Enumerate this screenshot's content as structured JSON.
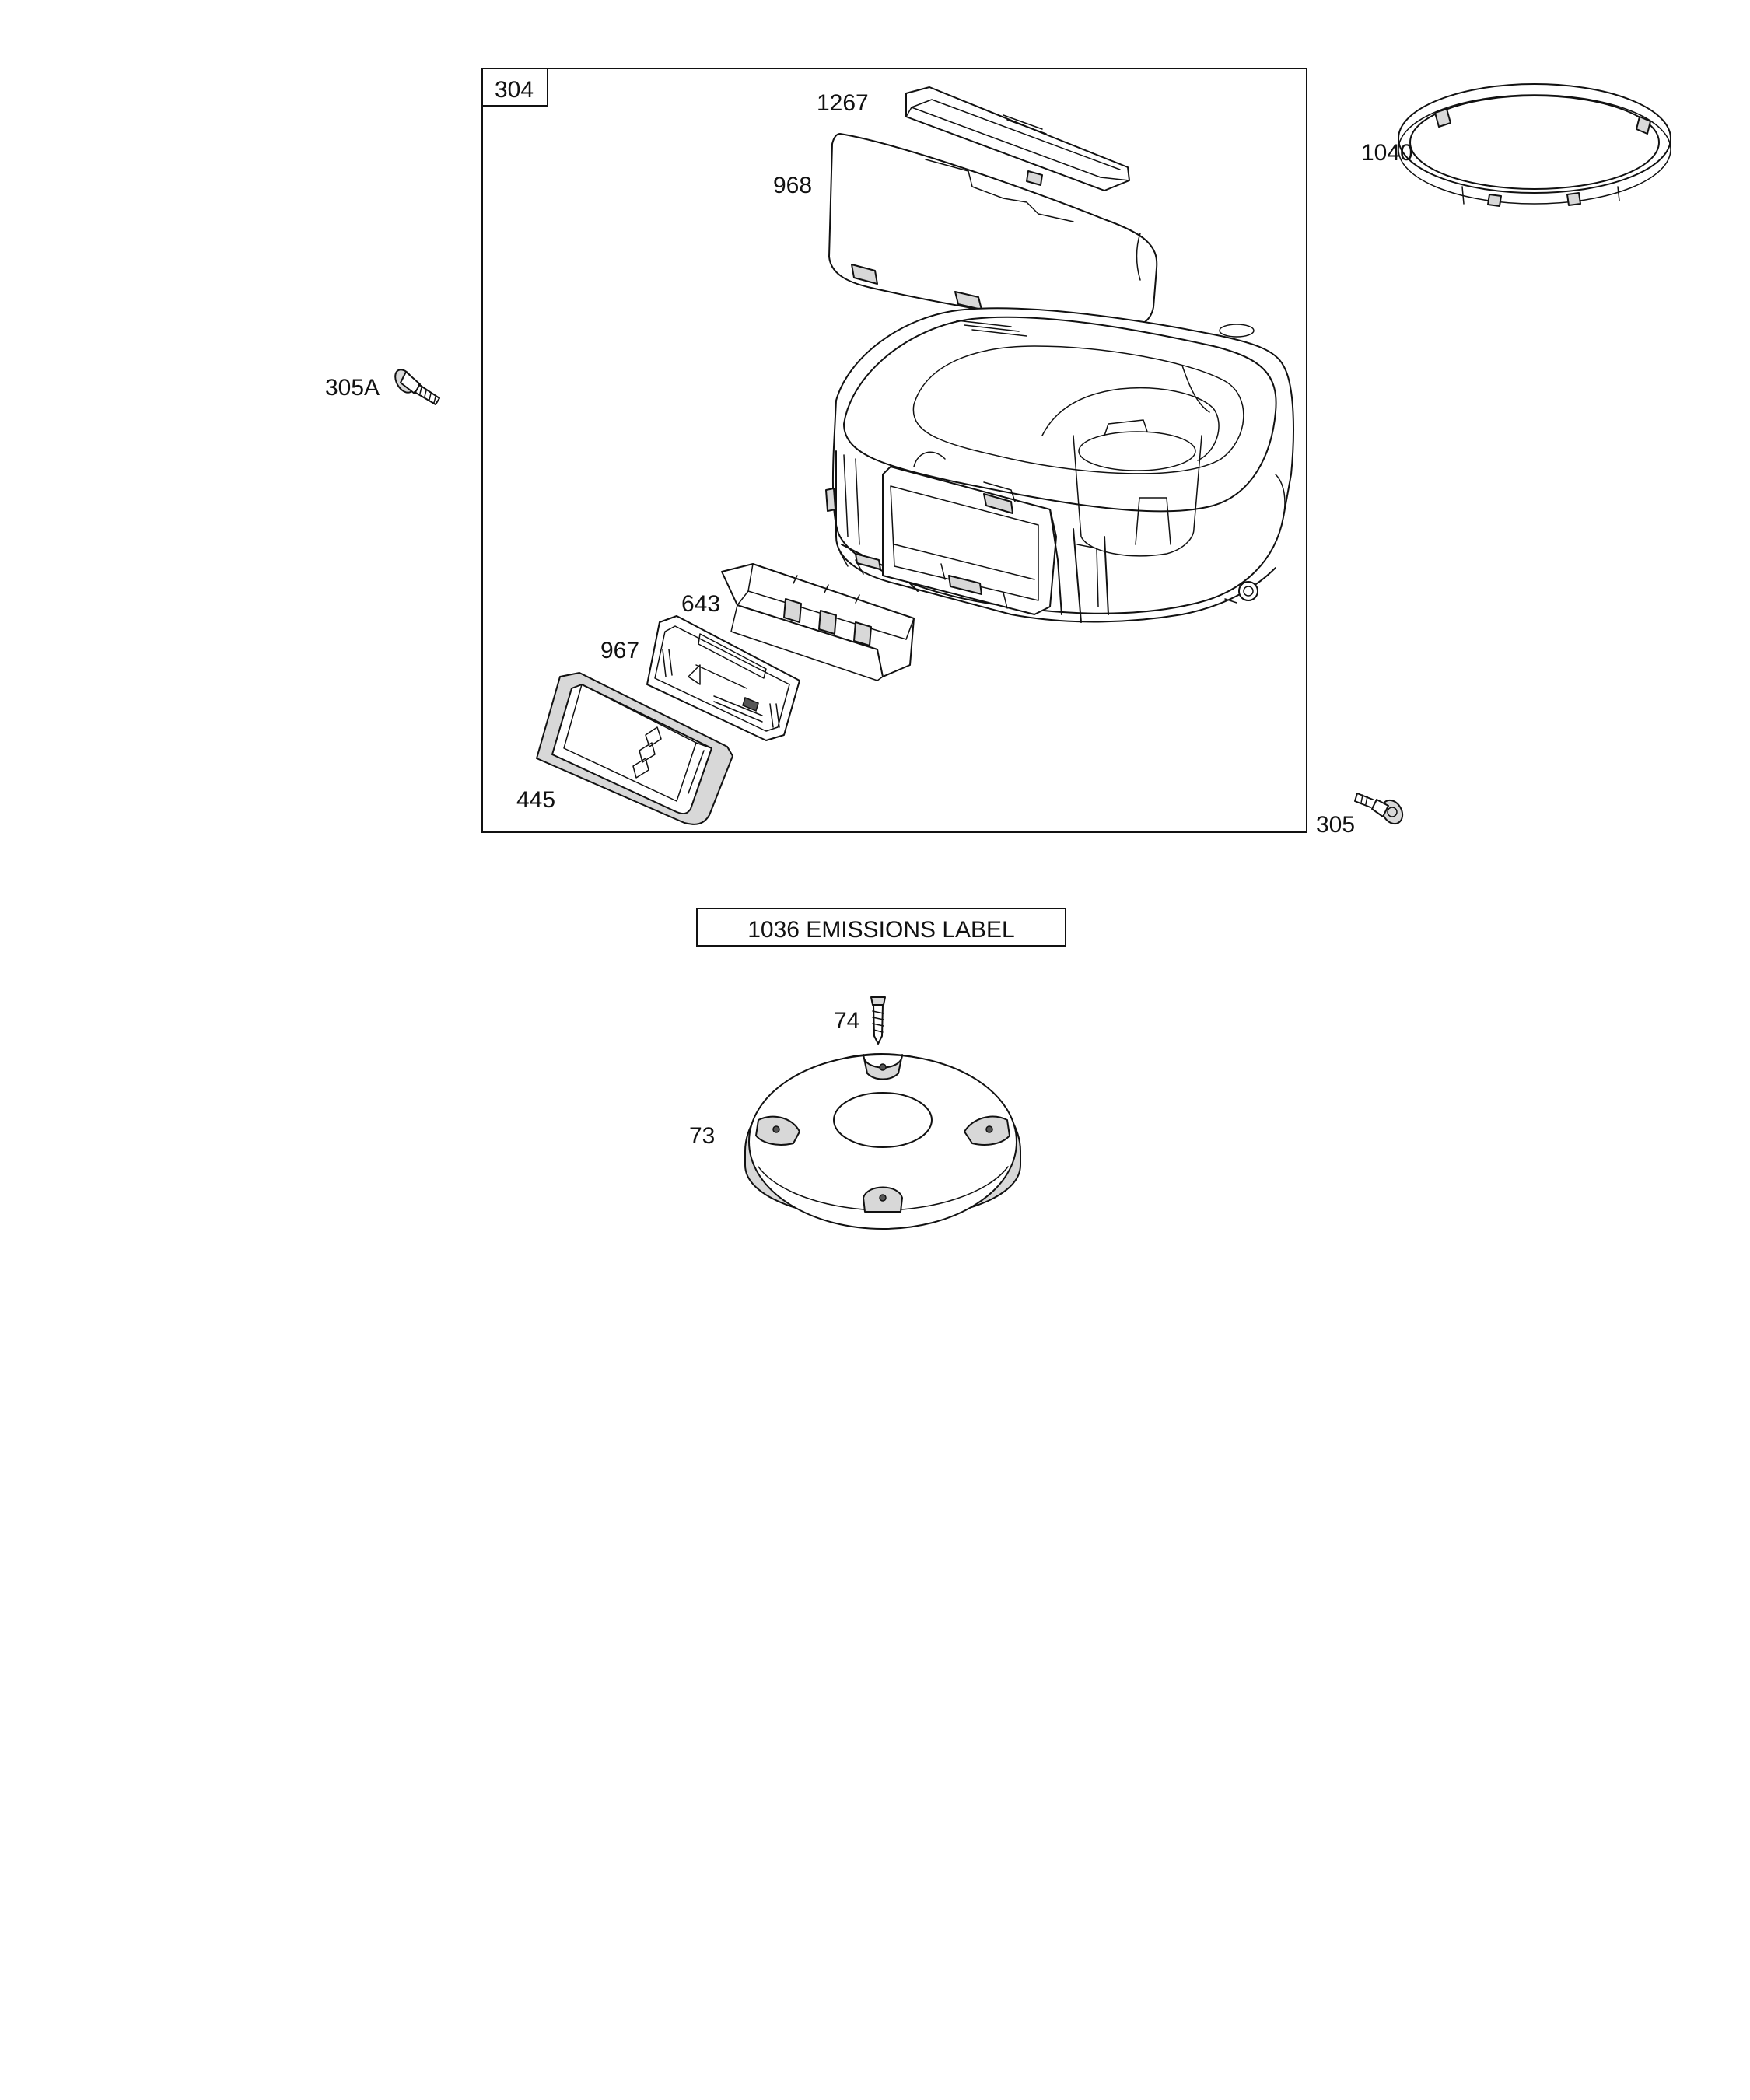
{
  "labels": {
    "l304": "304",
    "l1267": "1267",
    "l968": "968",
    "l1040": "1040",
    "l305A": "305A",
    "l643": "643",
    "l967": "967",
    "l445": "445",
    "l305": "305",
    "emissions": "1036 EMISSIONS LABEL",
    "l74": "74",
    "l73": "73"
  }
}
